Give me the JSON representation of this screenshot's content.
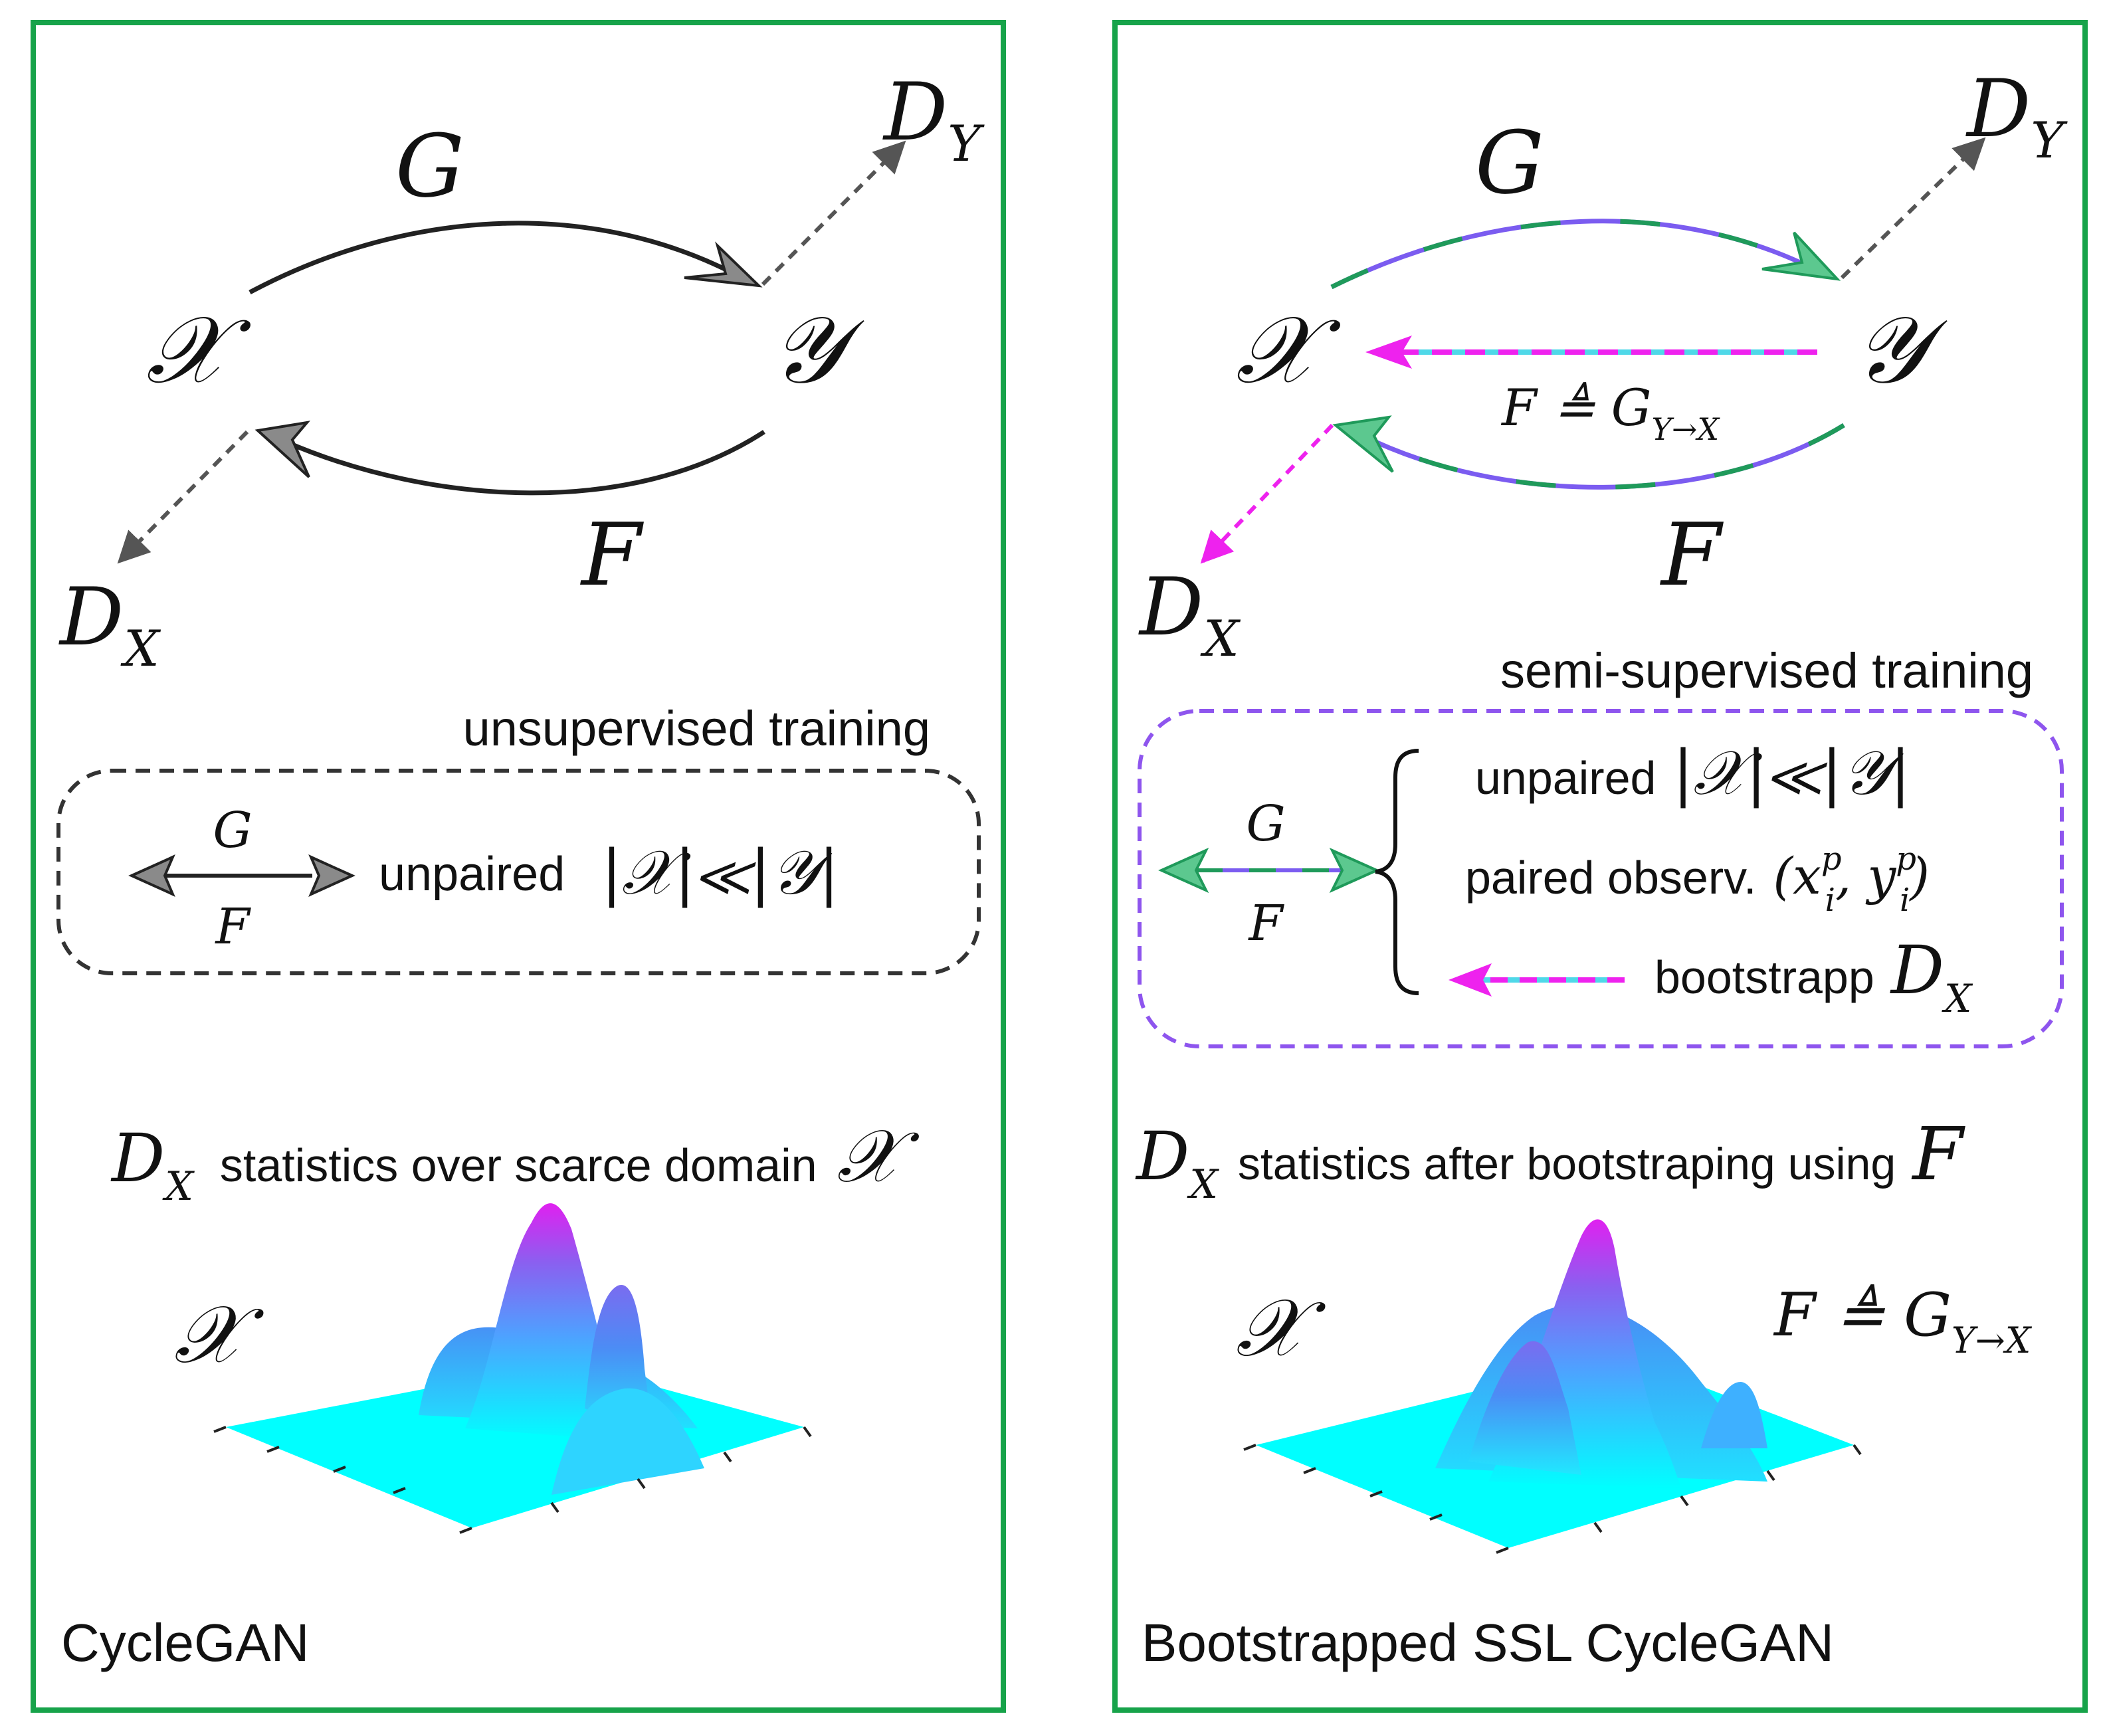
{
  "colors": {
    "frame": "#17a34a",
    "arrow_dark": "#222222",
    "arrow_head_gray": "#8a8a8a",
    "arrow_head_green": "#5cc88f",
    "line_purple": "#7b5cf0",
    "line_green": "#1f9a5a",
    "magenta": "#ee22ee",
    "cyan": "#4fd8e8",
    "dashed_gray": "#555555",
    "dashed_box_left": "#333333",
    "dashed_box_right": "#8e55ee",
    "surface_base": "#00ffff",
    "surface_peak": "#e020f0"
  },
  "left": {
    "caption": "CycleGAN",
    "G": "G",
    "F": "F",
    "X": "𝒳",
    "Y": "𝒴",
    "DY": {
      "main": "D",
      "sub": "Y"
    },
    "DX": {
      "main": "D",
      "sub": "X"
    },
    "training_label": "unsupervised training",
    "box": {
      "G": "G",
      "F": "F",
      "text": "unpaired",
      "math": "|𝒳|≪|𝒴|"
    },
    "stats": {
      "D": "D",
      "sub": "X",
      "text": "statistics over scarce domain",
      "symbol": "𝒳"
    },
    "surface_label": "𝒳"
  },
  "right": {
    "caption": "Bootstrapped SSL CycleGAN",
    "G": "G",
    "F": "F",
    "X": "𝒳",
    "Y": "𝒴",
    "DY": {
      "main": "D",
      "sub": "Y"
    },
    "DX": {
      "main": "D",
      "sub": "X"
    },
    "mid_label": {
      "main": "F ≜ G",
      "sub": "Y→X"
    },
    "training_label": "semi-supervised training",
    "box": {
      "G": "G",
      "F": "F",
      "line1_text": "unpaired",
      "line1_math": "|𝒳|≪|𝒴|",
      "line2_text": "paired observ.",
      "line2_math": "(x",
      "line2_sub1": "i",
      "line2_sup1": "p",
      "line2_mid": ", y",
      "line2_sub2": "i",
      "line2_sup2": "p",
      "line2_end": ")",
      "line3_text": "bootstrapp",
      "line3_D": "D",
      "line3_sub": "X"
    },
    "stats": {
      "D": "D",
      "sub": "X",
      "text": "statistics after bootstraping using",
      "symbol": "F"
    },
    "surface_label": "𝒳",
    "surface_formula": {
      "main": "F ≜ G",
      "sub": "Y→X"
    }
  }
}
